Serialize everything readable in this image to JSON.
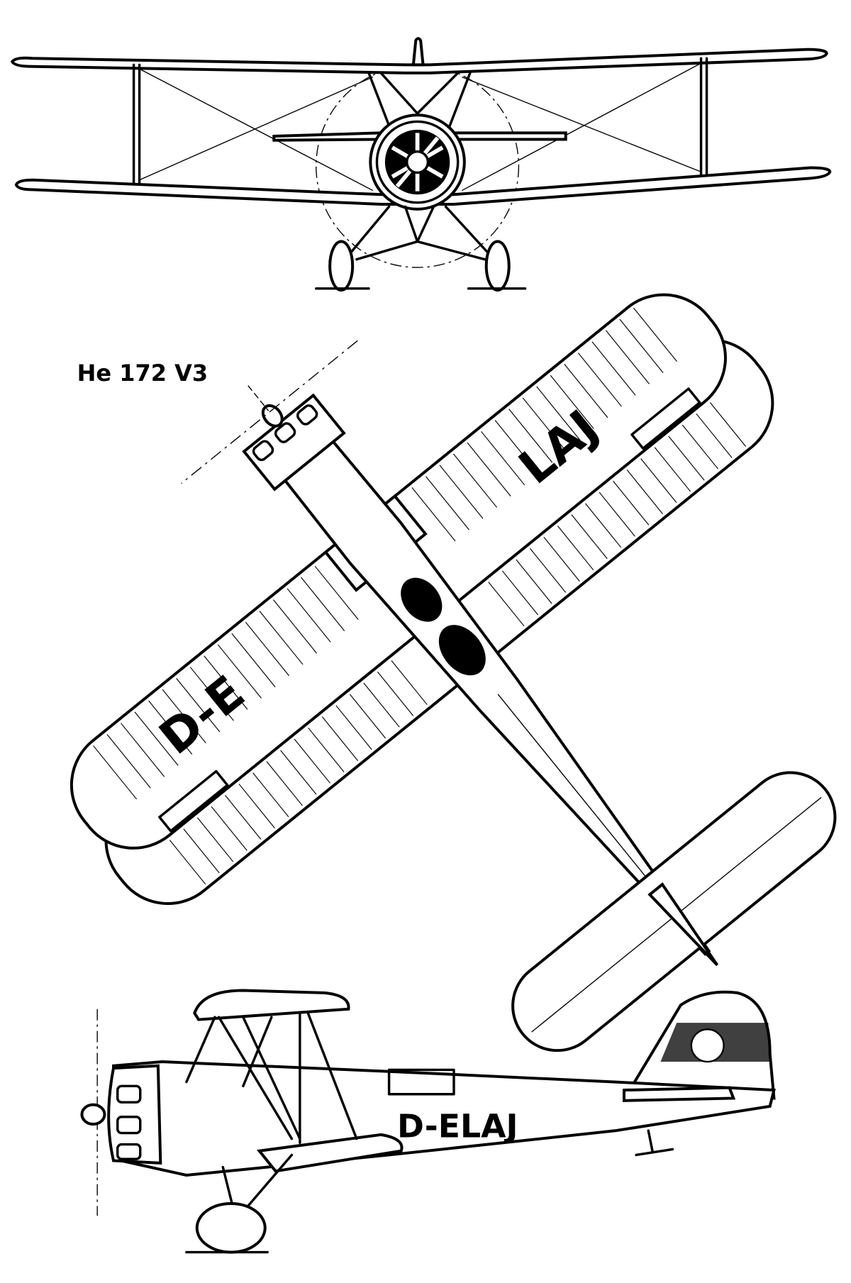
{
  "drawing": {
    "title": "He 172 V3",
    "views": [
      "front",
      "top",
      "side"
    ],
    "registration_upper_wing_right": "LAJ",
    "registration_upper_wing_left": "D-E",
    "registration_fuselage": "D-ELAJ",
    "line_color": "#000000",
    "background_color": "#ffffff"
  }
}
